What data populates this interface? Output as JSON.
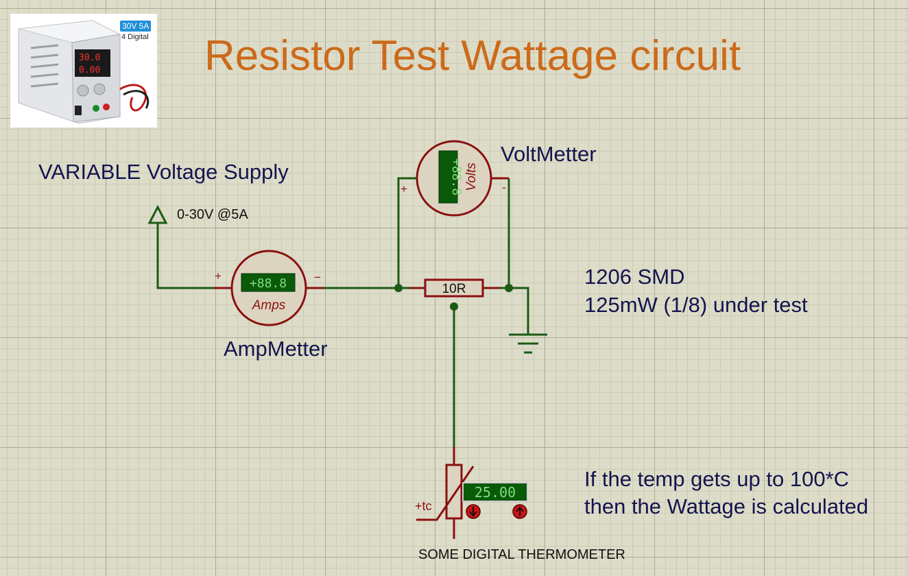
{
  "title": "Resistor Test Wattage circuit",
  "supply": {
    "label": "VARIABLE Voltage Supply",
    "spec": "0-30V @5A"
  },
  "photo": {
    "badge": "30V 5A",
    "subtitle": "4 Digital",
    "display_top": "30.0",
    "display_bottom": "0.00"
  },
  "voltmeter": {
    "label": "VoltMetter",
    "display": "+88.8",
    "unit": "Volts",
    "plus": "+",
    "minus": "-"
  },
  "ammeter": {
    "label": "AmpMetter",
    "display": "+88.8",
    "unit": "Amps",
    "plus": "+",
    "minus": "−"
  },
  "resistor": {
    "value": "10R",
    "package": "1206 SMD",
    "rating": "125mW (1/8) under test"
  },
  "thermometer": {
    "reading": "25.00",
    "tc_label": "+tc",
    "label": "SOME DIGITAL THERMOMETER"
  },
  "note": {
    "line1": "If the temp gets up to 100*C",
    "line2": "then the Wattage is calculated"
  },
  "colors": {
    "title": "#cc6a1a",
    "wire": "#1c5a14",
    "component": "#8a1010",
    "meter_face": "#dcd4c0",
    "lcd": "#0a5a0a",
    "lcd_text": "#7ee07e",
    "label": "#14144e"
  }
}
